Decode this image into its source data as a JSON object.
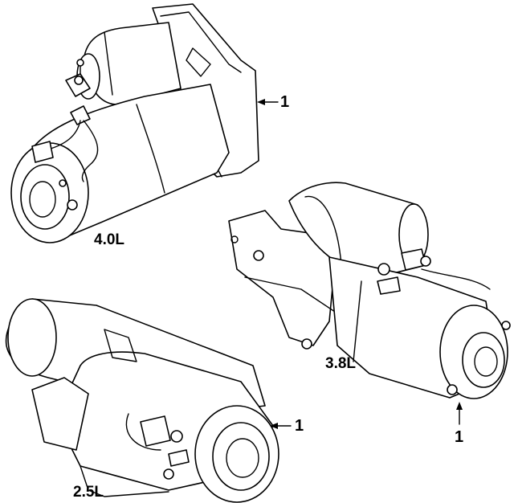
{
  "labels": {
    "engine_40": "4.0L",
    "engine_38": "3.8L",
    "engine_25": "2.5L"
  },
  "callouts": {
    "top": "1",
    "bottom_left": "1",
    "bottom_right": "1"
  },
  "colors": {
    "line": "#000000",
    "background": "#ffffff"
  }
}
